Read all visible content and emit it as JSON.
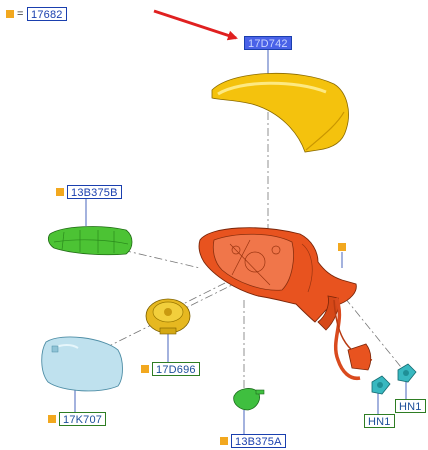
{
  "legend": {
    "equals": "=",
    "code": "17682"
  },
  "parts": {
    "cover": {
      "code": "17D742"
    },
    "turn_signal": {
      "code": "13B375B"
    },
    "actuator": {
      "code": "17D696"
    },
    "glass": {
      "code": "17K707"
    },
    "puddle_lamp": {
      "code": "13B375A"
    },
    "connector_1": {
      "code": "HN1"
    },
    "connector_2": {
      "code": "HN1"
    }
  },
  "colors": {
    "marker": "#f2a81f",
    "arrow": "#e02020",
    "label_border_blue": "#1a3fae",
    "label_border_green": "#2e7d23",
    "highlight_fill": "#4a62e8",
    "cover": "#f4c20d",
    "housing": "#e8531f",
    "turn_signal": "#4cc334",
    "actuator": "#e6b820",
    "glass": "#bfe1ee",
    "connector": "#38b8c0",
    "lamp": "#3fbf3f"
  }
}
